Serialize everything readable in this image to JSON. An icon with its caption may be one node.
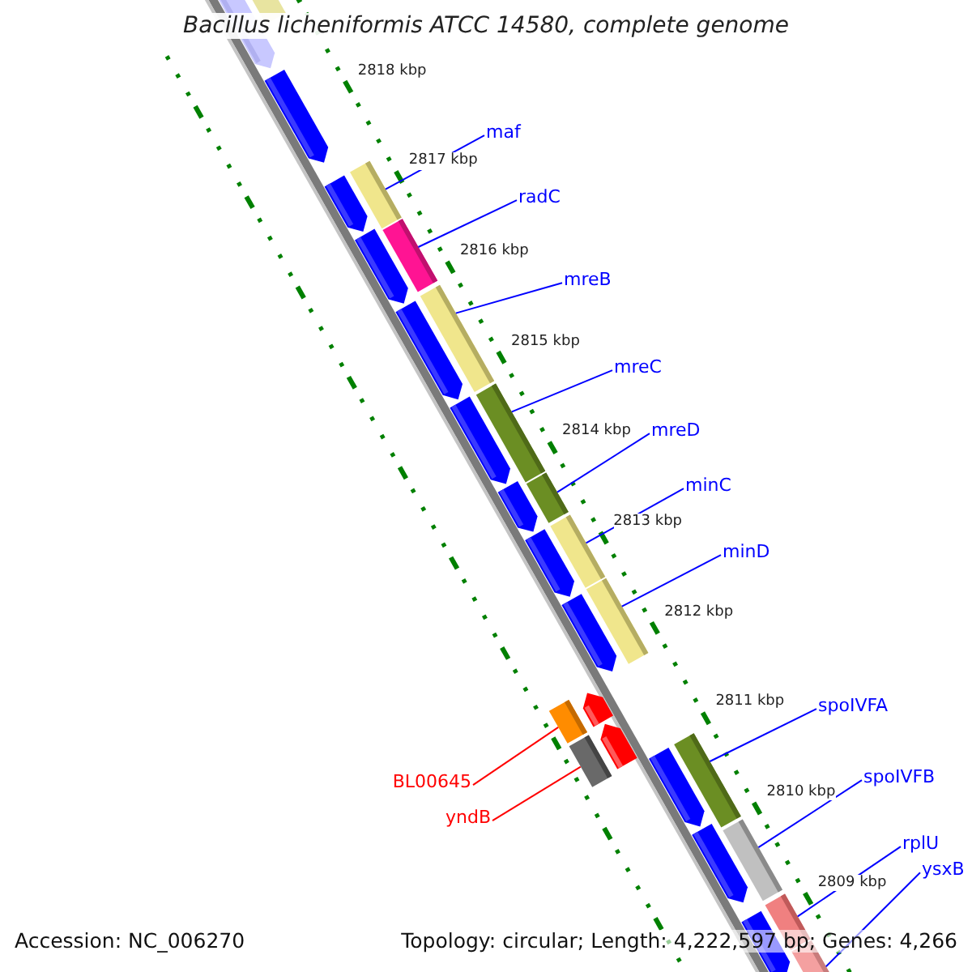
{
  "diagram": {
    "title": "Bacillus licheniformis ATCC 14580, complete genome",
    "nodes": [
      {
        "text": [
          "maf"
        ]
      },
      {
        "text": [
          "radC"
        ]
      },
      {
        "text": [
          "mreB"
        ]
      },
      {
        "text": [
          "mreC"
        ]
      },
      {
        "text": [
          "mreD"
        ]
      },
      {
        "text": [
          "minC"
        ]
      },
      {
        "text": [
          "minD"
        ]
      },
      {
        "text": [
          "spoIVFA"
        ]
      },
      {
        "text": [
          "spoIVFB"
        ]
      },
      {
        "text": [
          "BL00645"
        ]
      },
      {
        "text": [
          "yndB"
        ]
      },
      {
        "text": [
          "rplU"
        ]
      },
      {
        "text": [
          "ysxB"
        ]
      },
      {
        "text": [],
        "shape": "bar"
      },
      {
        "text": [],
        "shape": "bar"
      },
      {
        "text": [],
        "shape": "bar"
      },
      {
        "text": [],
        "shape": "bar"
      },
      {
        "text": [],
        "shape": "bar"
      },
      {
        "text": [],
        "shape": "bar"
      },
      {
        "text": [],
        "shape": "bar"
      },
      {
        "text": [],
        "shape": "bar"
      },
      {
        "text": [],
        "shape": "bar"
      },
      {
        "text": [],
        "shape": "bar"
      },
      {
        "text": [],
        "shape": "bar"
      },
      {
        "text": [],
        "shape": "bar"
      },
      {
        "text": [],
        "shape": "bar"
      }
    ],
    "edges": [
      {
        "from": 0,
        "to": 13,
        "arrow": "none"
      },
      {
        "from": 1,
        "to": 14,
        "arrow": "none"
      },
      {
        "from": 2,
        "to": 15,
        "arrow": "none"
      },
      {
        "from": 3,
        "to": 16,
        "arrow": "none"
      },
      {
        "from": 4,
        "to": 17,
        "arrow": "none"
      },
      {
        "from": 5,
        "to": 18,
        "arrow": "none"
      },
      {
        "from": 6,
        "to": 19,
        "arrow": "none"
      },
      {
        "from": 7,
        "to": 20,
        "arrow": "none"
      },
      {
        "from": 8,
        "to": 21,
        "arrow": "none"
      },
      {
        "from": 9,
        "to": 22,
        "arrow": "none",
        "color": "#ff0000"
      },
      {
        "from": 10,
        "to": 23,
        "arrow": "none",
        "color": "#ff0000"
      },
      {
        "from": 11,
        "to": 24,
        "arrow": "none"
      },
      {
        "from": 12,
        "to": 25,
        "arrow": "none"
      }
    ],
    "labels": [
      "2818 kbp",
      "2817 kbp",
      "2816 kbp",
      "2815 kbp",
      "2814 kbp",
      "2813 kbp",
      "2812 kbp",
      "2811 kbp",
      "2810 kbp",
      "2809 kbp",
      "Accession: NC_006270",
      "Topology: circular; Length: 4,222,597 bp; Genes: 4,266"
    ]
  }
}
